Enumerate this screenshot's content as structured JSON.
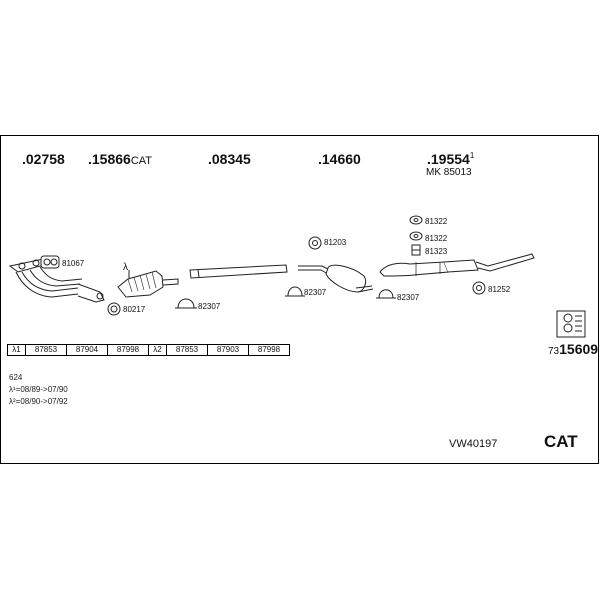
{
  "headline_parts": [
    {
      "number": ".02758",
      "suffix": "",
      "sup": ""
    },
    {
      "number": ".15866",
      "suffix": "CAT",
      "sup": ""
    },
    {
      "number": ".08345",
      "suffix": "",
      "sup": ""
    },
    {
      "number": ".14660",
      "suffix": "",
      "sup": ""
    },
    {
      "number": ".19554",
      "suffix": "",
      "sup": "1"
    }
  ],
  "mk_label": "MK 85013",
  "fittings": {
    "f81067": "81067",
    "f80217": "80217",
    "f82307a": "82307",
    "f81203": "81203",
    "f82307b": "82307",
    "f82307c": "82307",
    "f81322a": "81322",
    "f81322b": "81322",
    "f81323": "81323",
    "f81252": "81252"
  },
  "lambda_symbol": "λ",
  "kit_rows": [
    {
      "tag": "λ1",
      "codes": [
        "87853",
        "87904",
        "87998"
      ]
    },
    {
      "tag": "λ2",
      "codes": [
        "87853",
        "87903",
        "87998"
      ]
    }
  ],
  "catalog_prefix": "73",
  "catalog_number": "15609",
  "notes": {
    "code": "624",
    "lambda1": "λ¹=08/89->07/90",
    "lambda2": "λ²=08/90->07/92"
  },
  "system_id": "VW40197",
  "system_type": "CAT"
}
